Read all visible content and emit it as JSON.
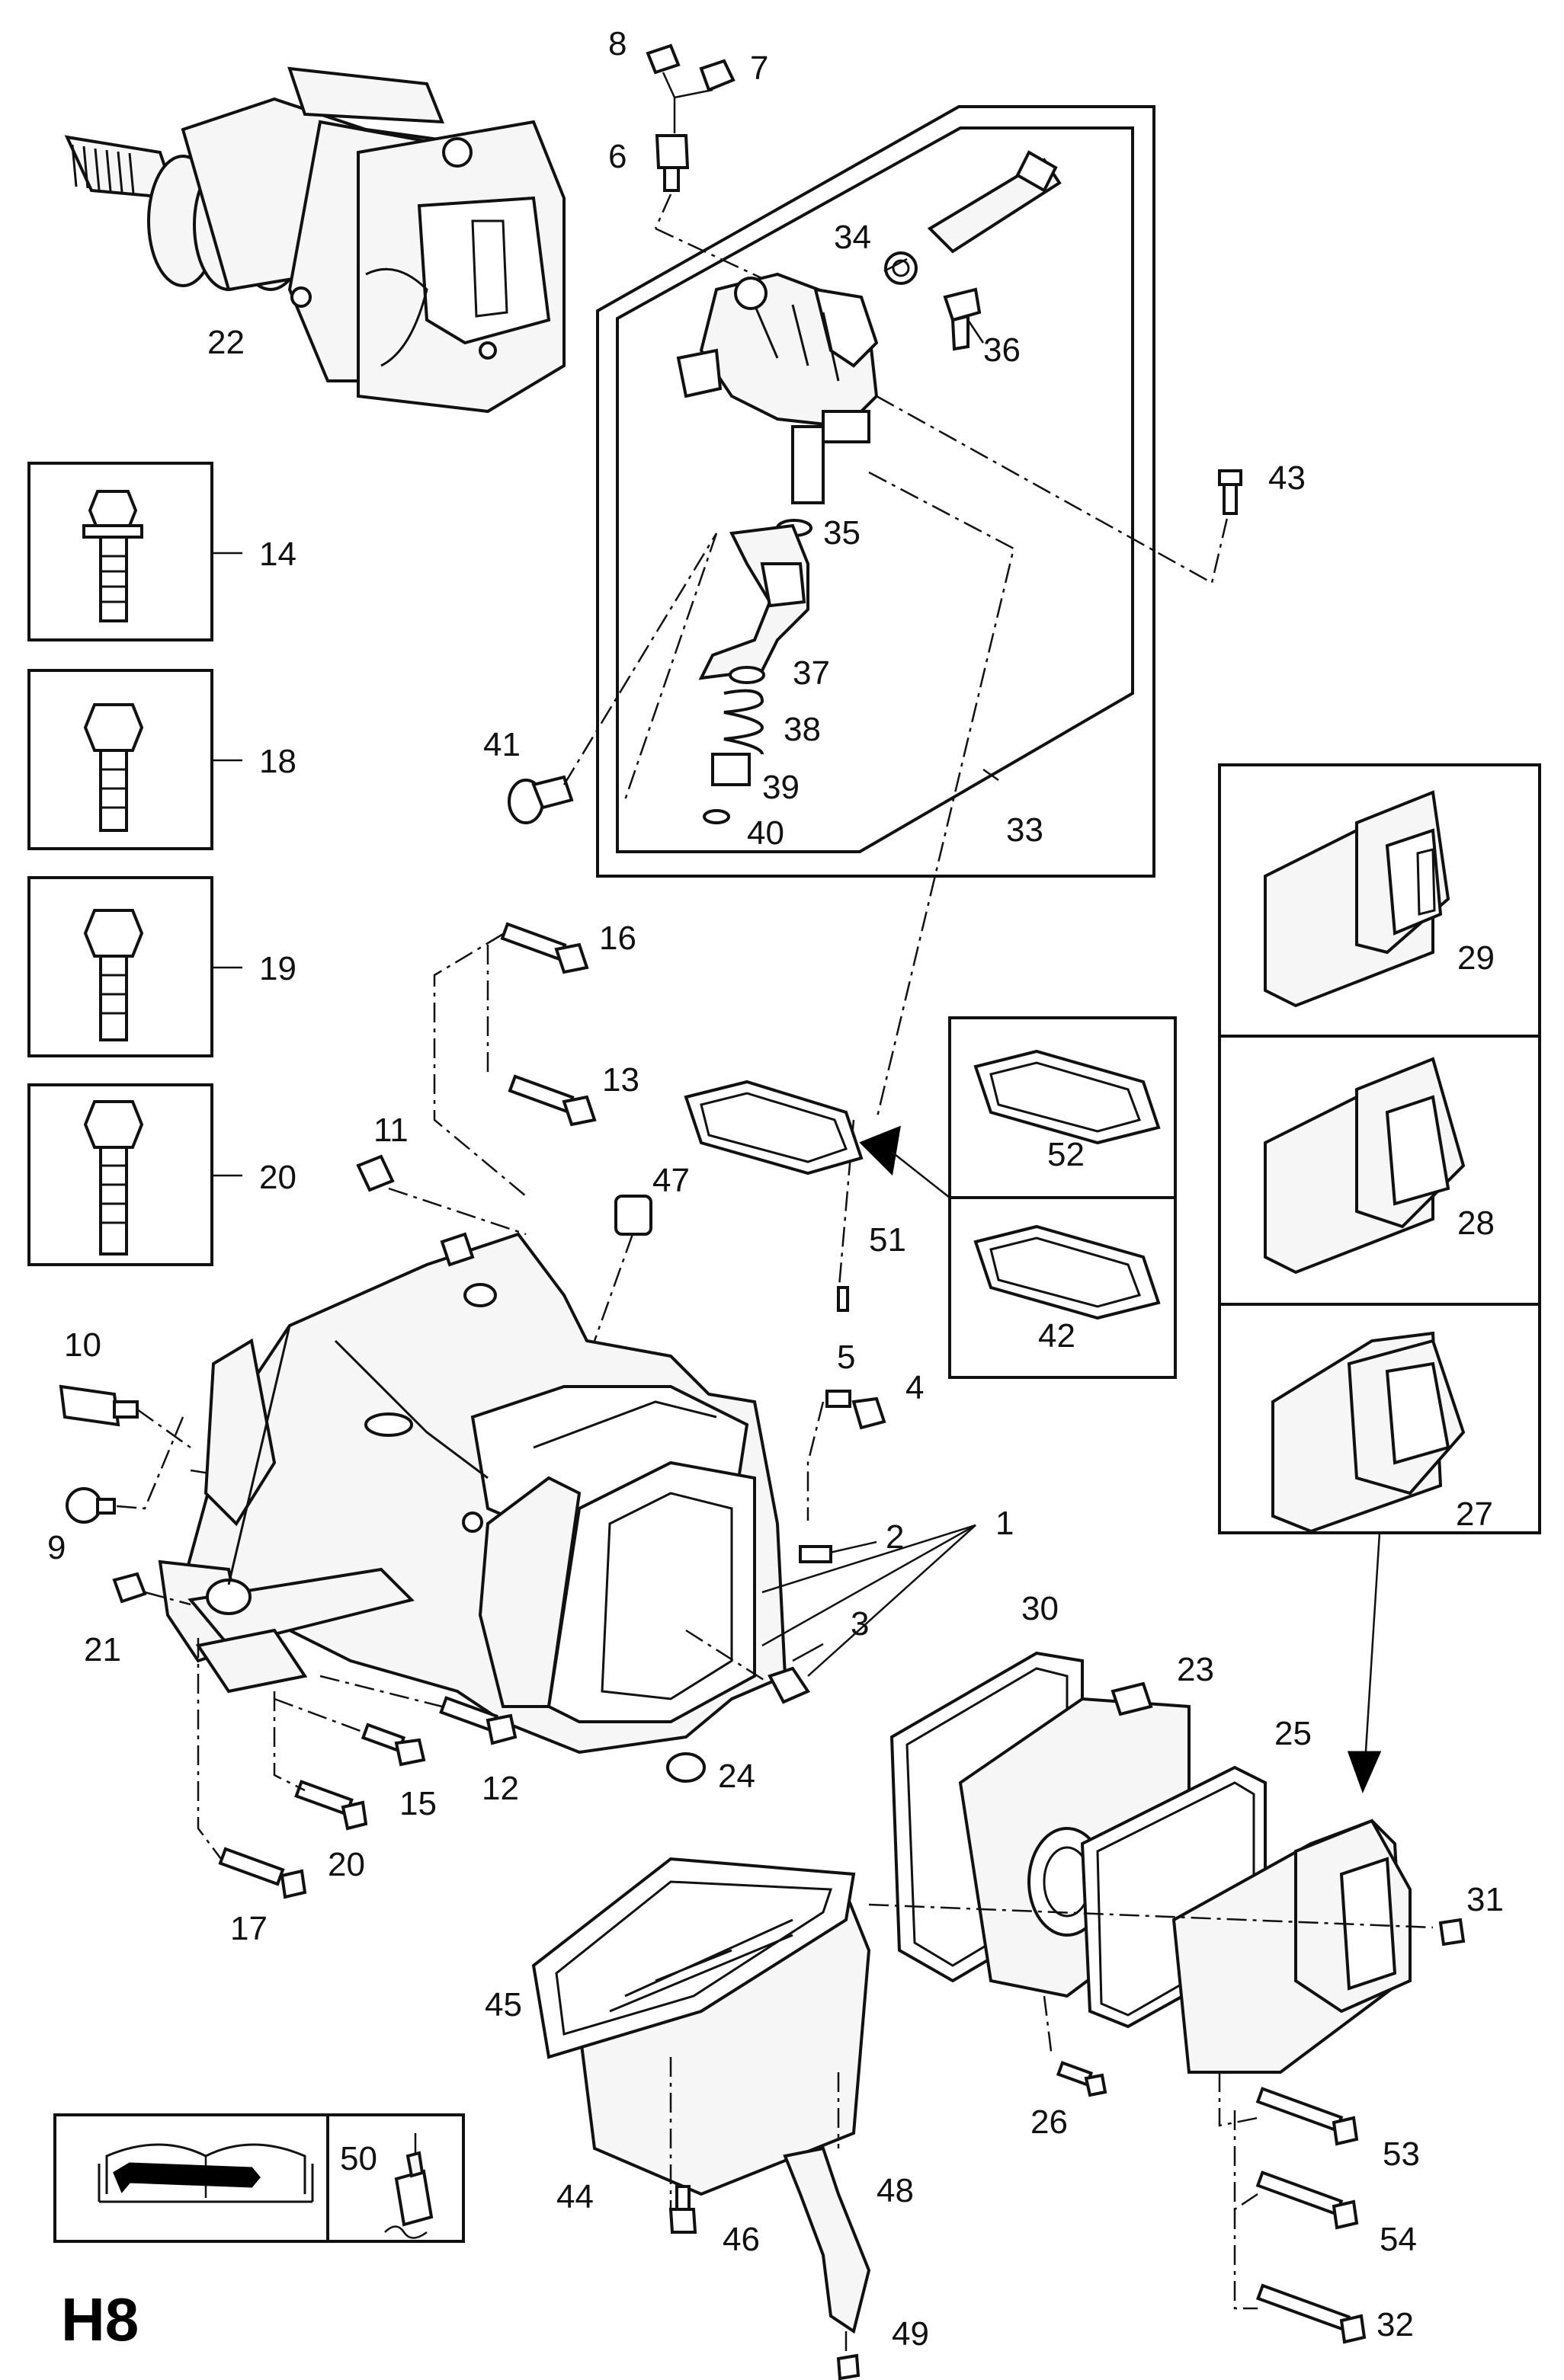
{
  "page": {
    "code": "H8"
  },
  "labels": {
    "p1": "1",
    "p2": "2",
    "p3": "3",
    "p4": "4",
    "p5": "5",
    "p6": "6",
    "p7": "7",
    "p8": "8",
    "p9": "9",
    "p10": "10",
    "p11": "11",
    "p12": "12",
    "p13": "13",
    "p14": "14",
    "p15": "15",
    "p16": "16",
    "p17": "17",
    "p18": "18",
    "p19": "19",
    "p20a": "20",
    "p20b": "20",
    "p21": "21",
    "p22": "22",
    "p23": "23",
    "p24": "24",
    "p25": "25",
    "p26": "26",
    "p27": "27",
    "p28": "28",
    "p29": "29",
    "p30": "30",
    "p31": "31",
    "p32": "32",
    "p33": "33",
    "p34": "34",
    "p35": "35",
    "p36": "36",
    "p37": "37",
    "p38": "38",
    "p39": "39",
    "p40": "40",
    "p41": "41",
    "p42": "42",
    "p43": "43",
    "p44": "44",
    "p45": "45",
    "p46": "46",
    "p47": "47",
    "p48": "48",
    "p49": "49",
    "p50": "50",
    "p51": "51",
    "p52": "52",
    "p53": "53",
    "p54": "54"
  },
  "icons": {
    "manual": "manual-book-wrench-icon",
    "sealant": "sealant-tube-icon"
  }
}
